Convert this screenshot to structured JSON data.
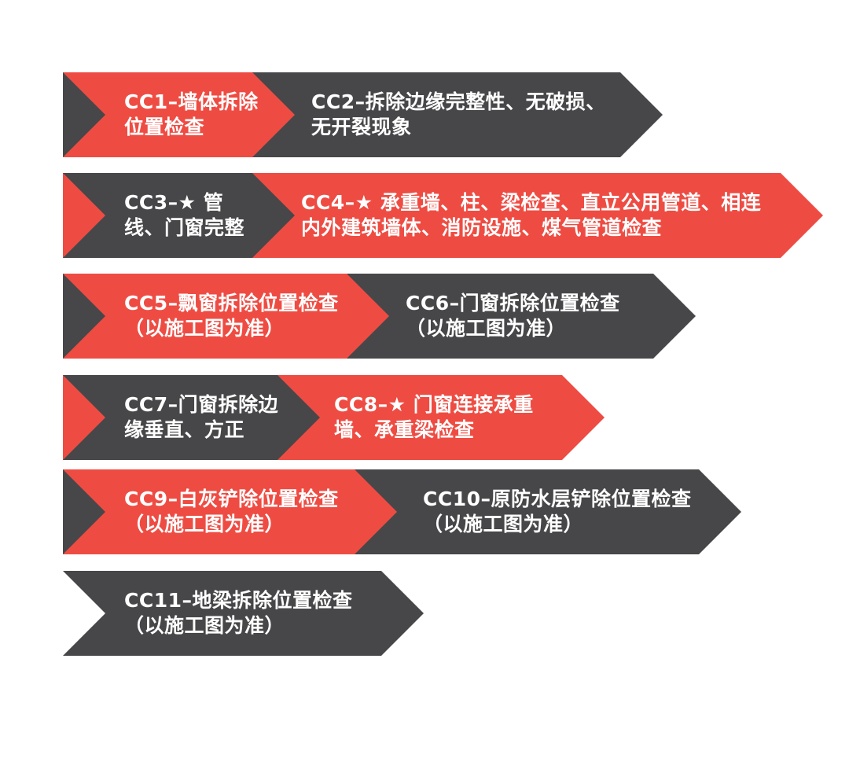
{
  "steps": [
    {
      "id": "CC1",
      "text": "CC1–墙体拆除位置检查",
      "color": "#ee4c43"
    },
    {
      "id": "CC2",
      "text": "CC2–拆除边缘完整性、无破损、无开裂现象",
      "color": "#474749"
    },
    {
      "id": "CC3",
      "text": "CC3–★ 管线、门窗完整",
      "color": "#474749"
    },
    {
      "id": "CC4",
      "text": "CC4–★ 承重墙、柱、梁检查、直立公用管道、相连内外建筑墙体、消防设施、煤气管道检查",
      "color": "#ee4c43"
    },
    {
      "id": "CC5",
      "text": "CC5–飘窗拆除位置检查（以施工图为准）",
      "color": "#ee4c43"
    },
    {
      "id": "CC6",
      "text": "CC6–门窗拆除位置检查（以施工图为准）",
      "color": "#474749"
    },
    {
      "id": "CC7",
      "text": "CC7–门窗拆除边缘垂直、方正",
      "color": "#474749"
    },
    {
      "id": "CC8",
      "text": "CC8–★ 门窗连接承重墙、承重梁检查",
      "color": "#ee4c43"
    },
    {
      "id": "CC9",
      "text": "CC9–白灰铲除位置检查（以施工图为准）",
      "color": "#ee4c43"
    },
    {
      "id": "CC10",
      "text": "CC10–原防水层铲除位置检查（以施工图为准）",
      "color": "#474749"
    },
    {
      "id": "CC11",
      "text": "CC11–地梁拆除位置检查（以施工图为准）",
      "color": "#474749"
    }
  ]
}
